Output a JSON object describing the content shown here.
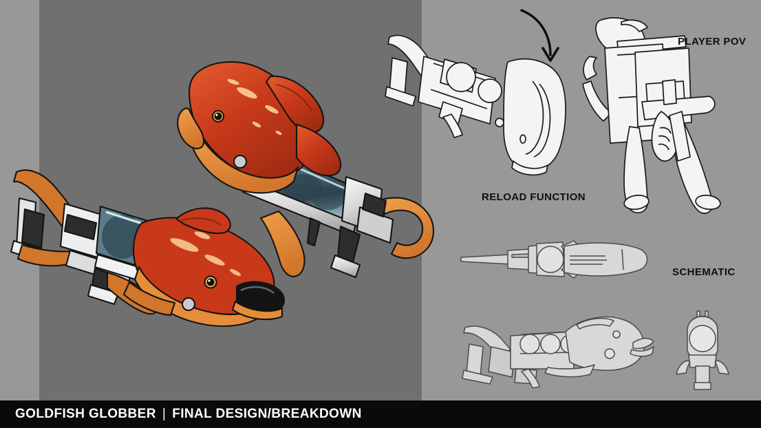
{
  "sheet": {
    "title_main": "GOLDFISH GLOBBER",
    "title_separator": "|",
    "title_sub": "FINAL DESIGN/BREAKDOWN",
    "background": {
      "left_strip": "#989898",
      "mid_panel": "#707070",
      "right_panel": "#989898",
      "title_bar": "#0a0a0a",
      "title_text_color": "#ffffff"
    }
  },
  "callouts": {
    "player_pov": "PLAYER POV",
    "reload_function": "RELOAD FUNCTION",
    "schematic": "SCHEMATIC"
  },
  "artwork": {
    "palette": {
      "fish_red": "#c8391a",
      "fish_red_dark": "#9d2b12",
      "fish_orange": "#e07a2e",
      "fish_orange_light": "#ef9f4a",
      "highlight": "#ffd9a0",
      "glass_blue": "#44606e",
      "glass_blue_light": "#9fc2cc",
      "metal_white": "#f2f2f2",
      "metal_gray": "#c2c2c2",
      "metal_dark": "#2d2d2d",
      "outline": "#141414",
      "lineart_fill": "#f4f4f4",
      "lineart_stroke": "#1a1a1a",
      "schematic_fill": "#d8d8d8",
      "schematic_stroke": "#4a4a4a"
    },
    "pieces": [
      {
        "name": "hero-render-upper",
        "description": "Painted three-quarter render of the goldfish-shaped globber gun, barrel pointing up-left, glass ammo tank mid-body, white receiver and orange grip"
      },
      {
        "name": "hero-render-lower",
        "description": "Painted three-quarter render of the goldfish globber gun pointing right, open mouth muzzle, glass tank, white receiver, stock at left"
      },
      {
        "name": "reload-lineart",
        "description": "White line-art of the gun with a curved arrow indicating the magazine/reload swing motion"
      },
      {
        "name": "player-pov-lineart",
        "description": "First-person line-art view showing both arms gripping the weapon"
      },
      {
        "name": "schematic-top",
        "description": "Orthographic top-view schematic of the weapon"
      },
      {
        "name": "schematic-side",
        "description": "Orthographic side-view schematic showing chamber cylinders, stock and trigger"
      },
      {
        "name": "schematic-front",
        "description": "Orthographic front-view schematic of the muzzle and fins"
      }
    ]
  }
}
